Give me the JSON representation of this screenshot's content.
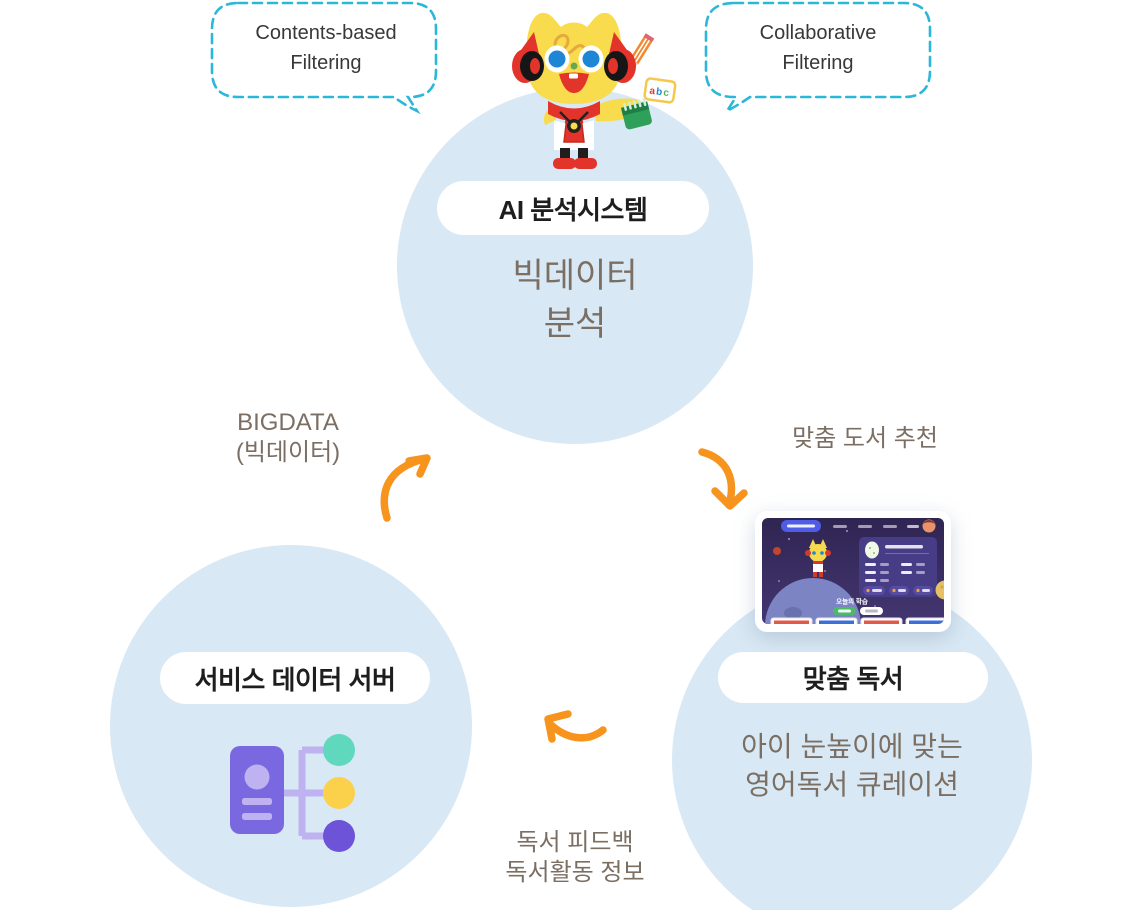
{
  "colors": {
    "circle-fill": "#D8E8F4",
    "bubble-border": "#2BB7D9",
    "arrow": "#F7941D",
    "title-text": "#1E1E1E",
    "body-text": "#7B6E63",
    "bubble-text": "#383838",
    "server-purple": "#7A68E0",
    "server-light-purple": "#BFB2F0",
    "node-teal": "#5FD8BE",
    "node-yellow": "#FBD14B",
    "node-purple": "#6C53D8"
  },
  "bubble_left": {
    "text": "Contents-based\nFiltering"
  },
  "bubble_right": {
    "text": "Collaborative\nFiltering"
  },
  "circle_ai": {
    "title": "AI 분석시스템",
    "body": "빅데이터\n분석"
  },
  "circle_server": {
    "title": "서비스 데이터 서버"
  },
  "circle_reading": {
    "title": "맞춤 독서",
    "body": "아이 눈높이에 맞는\n영어독서 큐레이션"
  },
  "flow_labels": {
    "bigdata": "BIGDATA\n(빅데이터)",
    "recommend": "맞춤 도서 추천",
    "feedback": "독서 피드백\n독서활동 정보"
  },
  "mascot": {
    "card_letters": [
      "a",
      "b",
      "c"
    ]
  },
  "tablet": {
    "today_label": "오늘의 학습"
  },
  "icons": {
    "mascot": "robot-cat-mascot",
    "server": "server-network-icon",
    "tablet": "reading-app-screenshot",
    "arrows": "curved-orange-arrows"
  }
}
